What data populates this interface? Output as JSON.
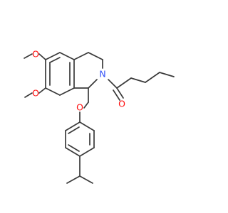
{
  "colors": {
    "bond": "#3a3a3a",
    "oxygen": "#ff0d0d",
    "nitrogen": "#3050f8",
    "background": "#ffffff"
  },
  "atoms": {
    "o_methoxy_top": "O",
    "o_methoxy_bottom": "O",
    "n_ring": "N",
    "o_carbonyl": "O",
    "o_ether": "O"
  }
}
